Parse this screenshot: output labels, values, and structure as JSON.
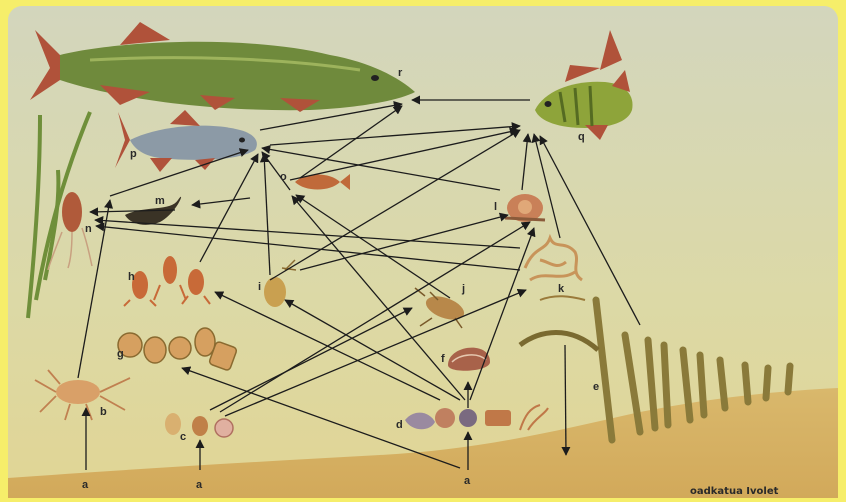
{
  "labels": {
    "r": "r",
    "q": "q",
    "p": "p",
    "o": "o",
    "n": "n",
    "m": "m",
    "l": "l",
    "h": "h",
    "i": "i",
    "j": "j",
    "k": "k",
    "g": "g",
    "f": "f",
    "e": "e",
    "d": "d",
    "c": "c",
    "b": "b",
    "a1": "a",
    "a2": "a",
    "a3": "a"
  },
  "watermark": "oadkatua  Ivolet",
  "colors": {
    "frame": "#f6ee6a",
    "water_top": "#d6d7b8",
    "water_bottom": "#dcd69a",
    "sediment": "#d9b468",
    "arrow": "#1c1c1c",
    "pike_body": "#6f8a3c",
    "perch_body": "#8ea43a",
    "fins": "#b0523a",
    "trout_body": "#8c9aa6"
  },
  "icons": [
    "pike-icon",
    "perch-icon",
    "trout-icon",
    "small-fish-icon",
    "water-plant-icon",
    "leech-icon",
    "snail-icon",
    "crustacean-icon",
    "insect-larva-icon",
    "water-bug-icon",
    "algae-icon",
    "rotifer-icon",
    "mussel-icon",
    "reed-icon",
    "copepod-icon",
    "plankton-icon",
    "bottom-organisms-icon"
  ]
}
